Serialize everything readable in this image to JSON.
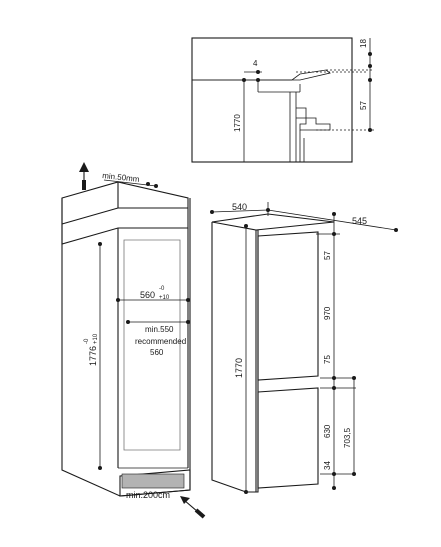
{
  "detail": {
    "dim_gap": "4",
    "dim_top": "18",
    "dim_mid": "57",
    "dim_height": "1770"
  },
  "niche": {
    "min_top": "min.50mm",
    "width_main": "560",
    "width_sup": "-0",
    "width_sub": "+10",
    "depth_min": "min.550",
    "depth_rec_1": "recommended",
    "depth_rec_2": "560",
    "height_main": "1776",
    "height_sup": "-0",
    "height_sub": "+10",
    "min_bottom": "min.200cm"
  },
  "appliance": {
    "width": "540",
    "depth": "545",
    "height": "1770",
    "top_offset": "57",
    "upper_door": "970",
    "gap": "75",
    "lower_door": "630",
    "lower_total": "703,5",
    "bottom_offset": "34"
  }
}
